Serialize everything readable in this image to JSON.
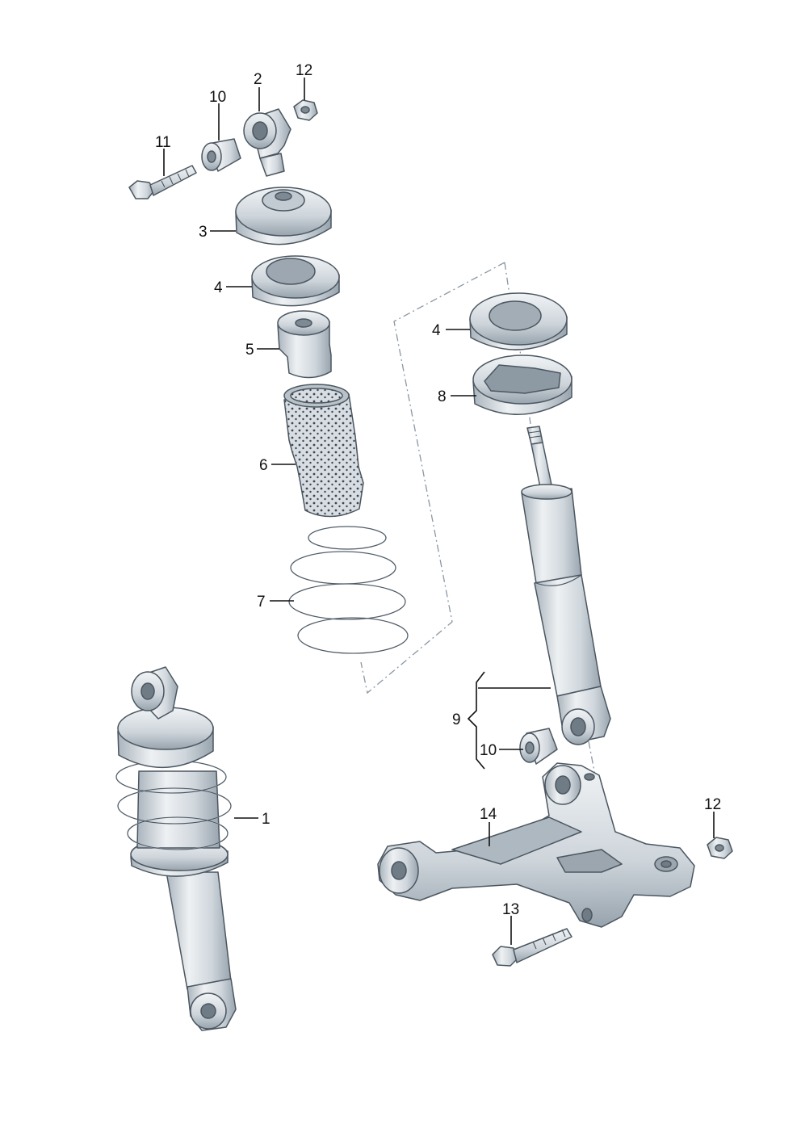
{
  "callouts": {
    "c1": "1",
    "c2": "2",
    "c3": "3",
    "c4a": "4",
    "c4b": "4",
    "c5": "5",
    "c6": "6",
    "c7": "7",
    "c8": "8",
    "c9": "9",
    "c10a": "10",
    "c10b": "10",
    "c11": "11",
    "c12a": "12",
    "c12b": "12",
    "c13": "13",
    "c14": "14"
  },
  "colors": {
    "metal_light": "#e8ecef",
    "metal_mid": "#c9d0d6",
    "metal_dark": "#8c98a3",
    "outline": "#4b5660",
    "dashed_line": "#8a97a3",
    "text": "#111111"
  }
}
